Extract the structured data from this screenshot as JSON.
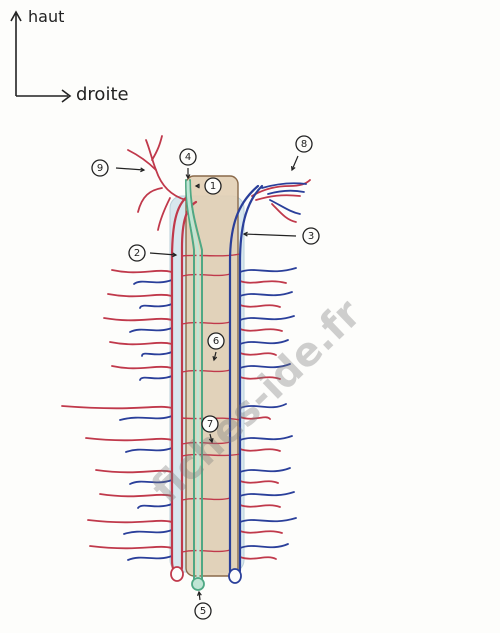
{
  "axes": {
    "up_label": "haut",
    "right_label": "droite"
  },
  "labels": [
    "1",
    "2",
    "3",
    "4",
    "5",
    "6",
    "7",
    "8",
    "9"
  ],
  "watermark": "fiches-ide.fr",
  "colors": {
    "artery": "#c0394b",
    "vein": "#2a3f9a",
    "lymph": "#4fa884",
    "lymph_fill": "#bfe5d4",
    "tube": "#d8e7ee",
    "core": "#e2cfb4",
    "core_stroke": "#8a6a4a",
    "ink": "#222222"
  }
}
